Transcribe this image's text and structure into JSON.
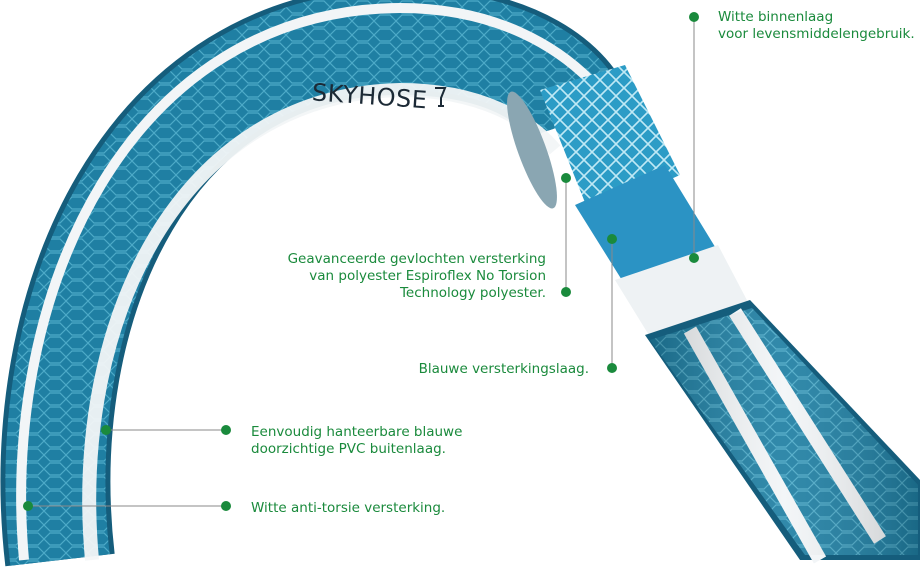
{
  "brand": {
    "name": "SKYHOSE"
  },
  "colors": {
    "label_text": "#1a8a3c",
    "callout_dot": "#1a8a3c",
    "hose_blue": "#1f7fa3",
    "hose_dark": "#155d7c",
    "stripe_white": "#f2f5f7",
    "reinforcement_blue": "#2b93c4",
    "braid_light": "#5cc3df"
  },
  "callouts": {
    "inner_layer": {
      "lines": [
        "Witte binnenlaag",
        "voor levensmiddelengebruik."
      ]
    },
    "braided_reinforcement": {
      "lines": [
        "Geavanceerde gevlochten versterking",
        "van polyester Espiroflex No Torsion",
        "Technology polyester."
      ]
    },
    "blue_layer": {
      "lines": [
        "Blauwe versterkingslaag."
      ]
    },
    "outer_layer": {
      "lines": [
        "Eenvoudig hanteerbare blauwe",
        "doorzichtige PVC buitenlaag."
      ]
    },
    "anti_torsion": {
      "lines": [
        "Witte anti-torsie versterking."
      ]
    }
  }
}
